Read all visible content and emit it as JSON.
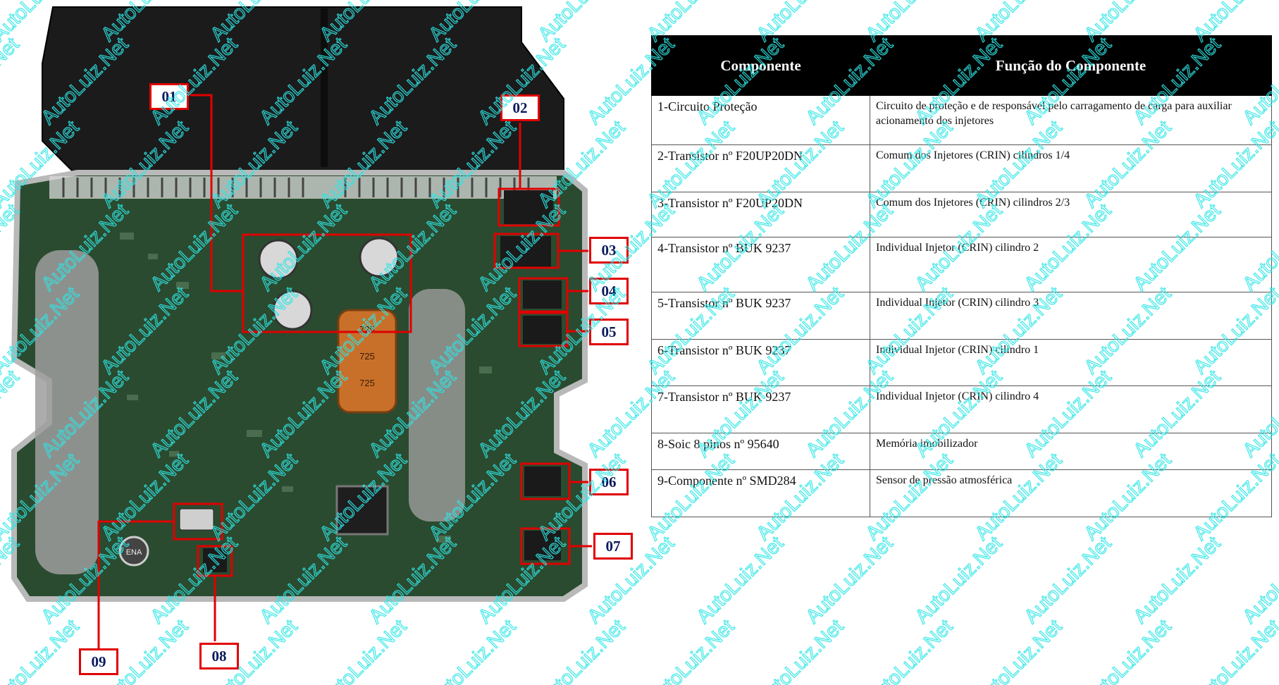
{
  "callouts": [
    "01",
    "02",
    "03",
    "04",
    "05",
    "06",
    "07",
    "08",
    "09"
  ],
  "capacitor_marks": [
    "725",
    "725",
    "725"
  ],
  "capacitor_brand": "ENA",
  "table": {
    "headers": [
      "Componente",
      "Função do Componente"
    ],
    "rows": [
      {
        "component": "1-Circuito Proteção",
        "function": " Circuito de proteção e de responsável pelo carragamento de carga para auxiliar acionamento dos injetores"
      },
      {
        "component": "2-Transistor nº F20UP20DN",
        "function": "Comum dos Injetores (CRIN) cilindros 1/4"
      },
      {
        "component": "3-Transistor nº F20UP20DN",
        "function": "Comum dos Injetores (CRIN) cilindros 2/3"
      },
      {
        "component": "4-Transistor nº BUK 9237",
        "function": "Individual Injetor (CRIN) cilindro 2"
      },
      {
        "component": "5-Transistor nº BUK 9237",
        "function": "Individual Injetor (CRIN) cilindro 3"
      },
      {
        "component": "6-Transistor nº BUK 9237",
        "function": "Individual Injetor (CRIN) cilindro 1"
      },
      {
        "component": "7-Transistor nº BUK 9237",
        "function": "Individual Injetor (CRIN) cilindro 4"
      },
      {
        "component": "8-Soic 8 pinos nº 95640",
        "function": "Memória imobilizador"
      },
      {
        "component": "9-Componente nº SMD284",
        "function": "Sensor de pressão atmosférica"
      }
    ]
  },
  "watermark_text": "AutoLuiz.Net",
  "colors": {
    "callout_border": "#e00000",
    "callout_text": "#0a1a5c",
    "pcb_green": "#2a4b2f",
    "watermark": "#2fe6e6"
  }
}
